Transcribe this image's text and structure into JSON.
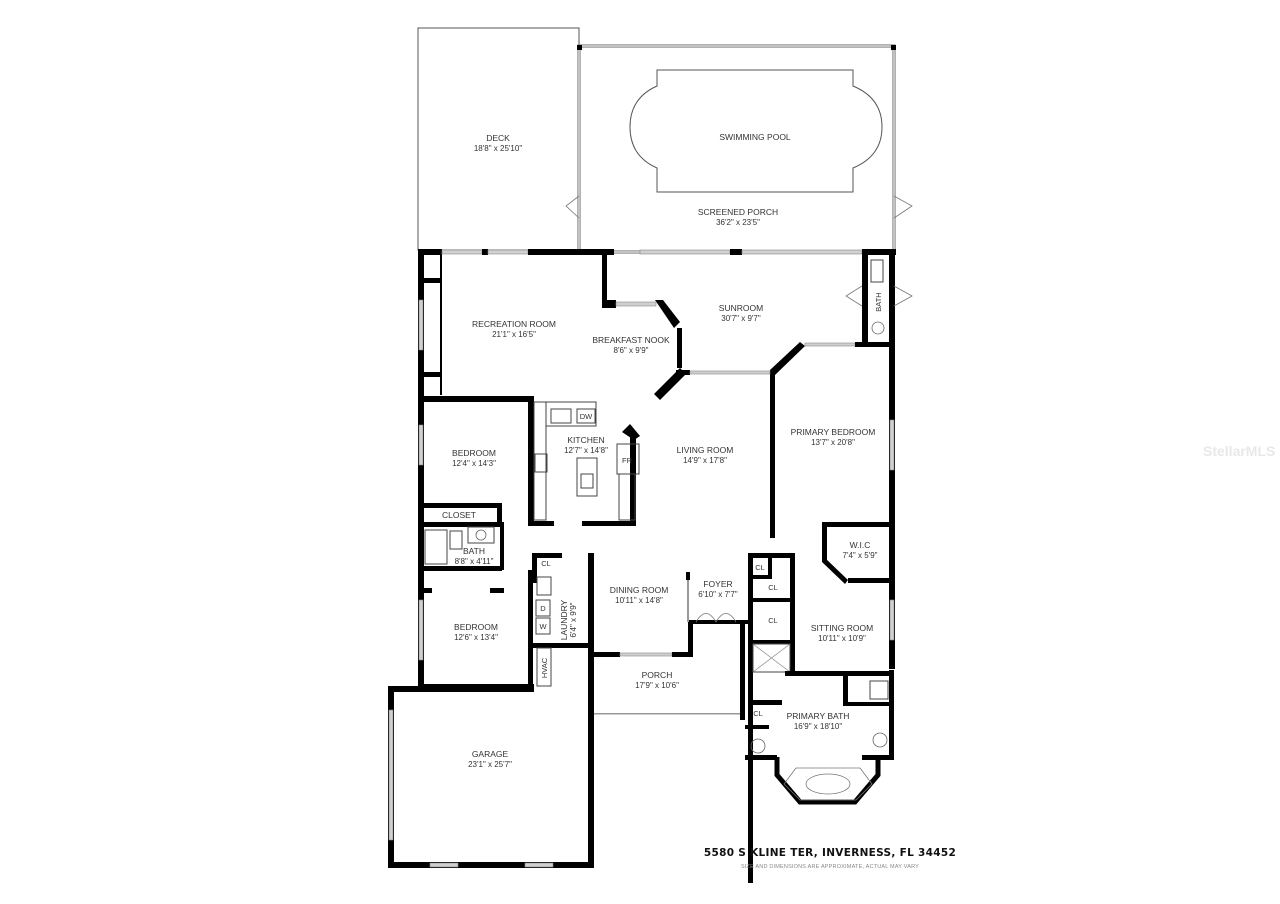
{
  "plan": {
    "address": "5580 S KLINE TER, INVERNESS, FL 34452",
    "disclaimer": "SIZE AND DIMENSIONS ARE APPROXIMATE, ACTUAL MAY VARY",
    "watermark": "StellarMLS",
    "rooms": {
      "deck": {
        "name": "DECK",
        "dim": "18'8\" x 25'10\""
      },
      "pool": {
        "name": "SWIMMING POOL"
      },
      "screened_porch": {
        "name": "SCREENED PORCH",
        "dim": "36'2\" x 23'5\""
      },
      "recreation": {
        "name": "RECREATION ROOM",
        "dim": "21'1\" x 16'5\""
      },
      "breakfast": {
        "name": "BREAKFAST NOOK",
        "dim": "8'6\" x 9'9\""
      },
      "sunroom": {
        "name": "SUNROOM",
        "dim": "30'7\" x 9'7\""
      },
      "bath_top": {
        "name": "BATH"
      },
      "bedroom1": {
        "name": "BEDROOM",
        "dim": "12'4\" x 14'3\""
      },
      "kitchen": {
        "name": "KITCHEN",
        "dim": "12'7\" x 14'8\""
      },
      "living": {
        "name": "LIVING ROOM",
        "dim": "14'9\" x 17'8\""
      },
      "primary_bedroom": {
        "name": "PRIMARY BEDROOM",
        "dim": "13'7\" x 20'8\""
      },
      "closet": {
        "name": "CLOSET"
      },
      "bath2": {
        "name": "BATH",
        "dim": "8'8\" x 4'11\""
      },
      "wic": {
        "name": "W.I.C",
        "dim": "7'4\" x 5'9\""
      },
      "bedroom2": {
        "name": "BEDROOM",
        "dim": "12'6\" x 13'4\""
      },
      "laundry": {
        "name": "LAUNDRY",
        "dim": "6'4\" x 9'9\""
      },
      "dining": {
        "name": "DINING ROOM",
        "dim": "10'11\" x 14'8\""
      },
      "foyer": {
        "name": "FOYER",
        "dim": "6'10\" x 7'7\""
      },
      "sitting": {
        "name": "SITTING ROOM",
        "dim": "10'11\" x 10'9\""
      },
      "porch": {
        "name": "PORCH",
        "dim": "17'9\" x 10'6\""
      },
      "primary_bath": {
        "name": "PRIMARY BATH",
        "dim": "16'9\" x 18'10\""
      },
      "garage": {
        "name": "GARAGE",
        "dim": "23'1\" x 25'7\""
      }
    },
    "fixtures": {
      "dw": "DW",
      "fr": "FR",
      "cl": "CL",
      "d": "D",
      "w": "W",
      "hvac": "HVAC"
    }
  }
}
